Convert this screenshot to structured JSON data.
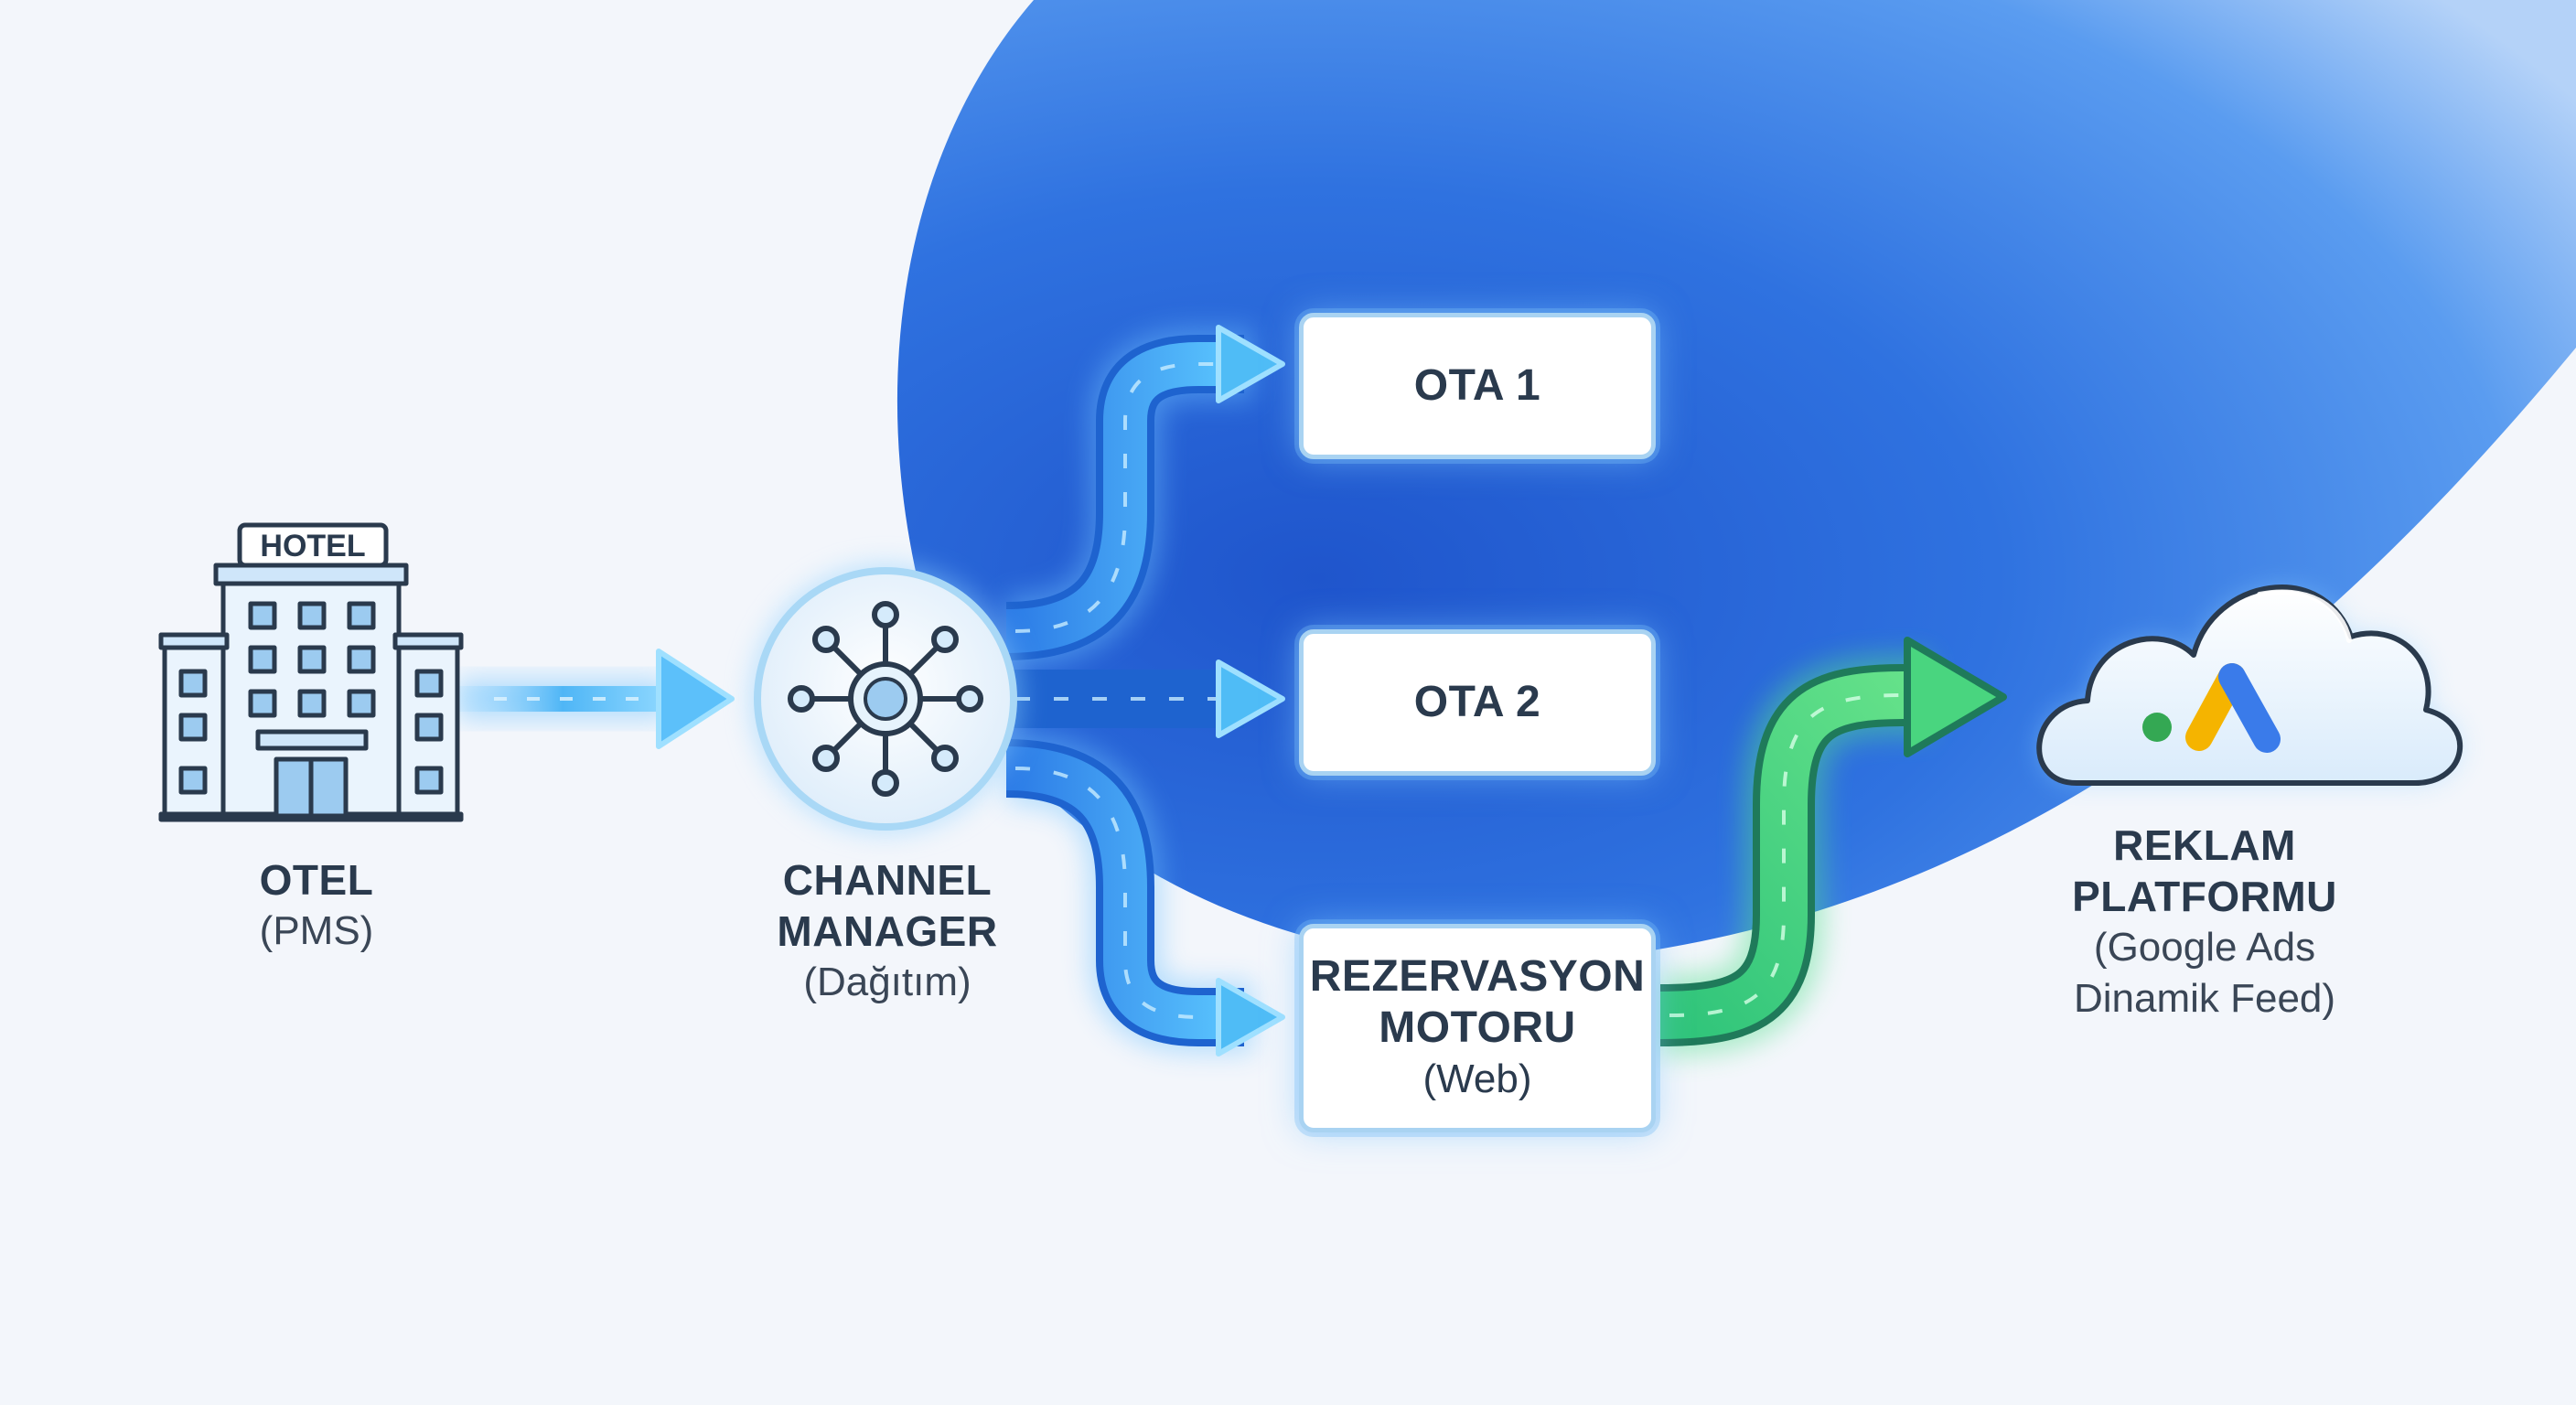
{
  "diagram": {
    "nodes": {
      "hotel": {
        "title": "OTEL",
        "subtitle": "(PMS)",
        "sign": "HOTEL",
        "icon": "hotel-building-icon"
      },
      "channel_manager": {
        "title_line1": "CHANNEL",
        "title_line2": "MANAGER",
        "subtitle": "(Dağıtım)",
        "icon": "network-hub-icon"
      },
      "ota1": {
        "title": "OTA 1"
      },
      "ota2": {
        "title": "OTA 2"
      },
      "booking_engine": {
        "title_line1": "REZERVASYON",
        "title_line2": "MOTORU",
        "subtitle": "(Web)"
      },
      "ad_platform": {
        "title_line1": "REKLAM",
        "title_line2": "PLATFORMU",
        "subtitle_line1": "(Google Ads",
        "subtitle_line2": "Dinamik Feed)",
        "icon": "cloud-google-ads-icon"
      }
    },
    "colors": {
      "flow_blue": "#3aa6f0",
      "flow_green": "#39d67a",
      "accent_blue": "#2f6fe0",
      "text": "#2a3a4d"
    }
  }
}
